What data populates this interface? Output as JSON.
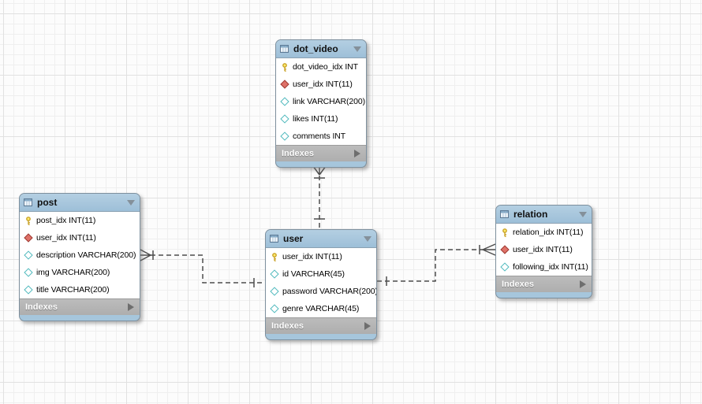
{
  "diagram": {
    "tool": "eer-diagram-canvas",
    "colors": {
      "header_blue": "#a6c6dc",
      "footer_gray": "#b5b5b5",
      "body_white": "#ffffff",
      "grid_minor": "#efefef",
      "grid_major": "#e1e1e1",
      "connector": "#4d4d4d",
      "pk_yellow": "#ffec6e",
      "fk_red": "#de7168",
      "column_teal": "#4fb9bd"
    },
    "tables": [
      {
        "name": "dot_video",
        "footer": "Indexes",
        "columns": [
          {
            "kind": "primary-key-icon",
            "text": "dot_video_idx INT"
          },
          {
            "kind": "foreign-key-icon",
            "text": "user_idx INT(11)"
          },
          {
            "kind": "column-icon",
            "text": "link VARCHAR(200)"
          },
          {
            "kind": "column-icon",
            "text": "likes INT(11)"
          },
          {
            "kind": "column-icon",
            "text": "comments INT"
          }
        ]
      },
      {
        "name": "post",
        "footer": "Indexes",
        "columns": [
          {
            "kind": "primary-key-icon",
            "text": "post_idx INT(11)"
          },
          {
            "kind": "foreign-key-icon",
            "text": "user_idx INT(11)"
          },
          {
            "kind": "column-icon",
            "text": "description VARCHAR(200)"
          },
          {
            "kind": "column-icon",
            "text": "img VARCHAR(200)"
          },
          {
            "kind": "column-icon",
            "text": "title VARCHAR(200)"
          }
        ]
      },
      {
        "name": "user",
        "footer": "Indexes",
        "columns": [
          {
            "kind": "primary-key-icon",
            "text": "user_idx INT(11)"
          },
          {
            "kind": "column-icon",
            "text": "id VARCHAR(45)"
          },
          {
            "kind": "column-icon",
            "text": "password VARCHAR(200)"
          },
          {
            "kind": "column-icon",
            "text": "genre VARCHAR(45)"
          }
        ]
      },
      {
        "name": "relation",
        "footer": "Indexes",
        "columns": [
          {
            "kind": "primary-key-icon",
            "text": "relation_idx INT(11)"
          },
          {
            "kind": "foreign-key-icon",
            "text": "user_idx INT(11)"
          },
          {
            "kind": "column-icon",
            "text": "following_idx INT(11)"
          }
        ]
      }
    ],
    "connections": [
      {
        "one_side": "user",
        "many_side": "dot_video",
        "style": "dashed-non-identifying",
        "notation": "crow-foot"
      },
      {
        "one_side": "user",
        "many_side": "post",
        "style": "dashed-non-identifying",
        "notation": "crow-foot"
      },
      {
        "one_side": "user",
        "many_side": "relation",
        "style": "dashed-non-identifying",
        "notation": "crow-foot"
      }
    ]
  }
}
